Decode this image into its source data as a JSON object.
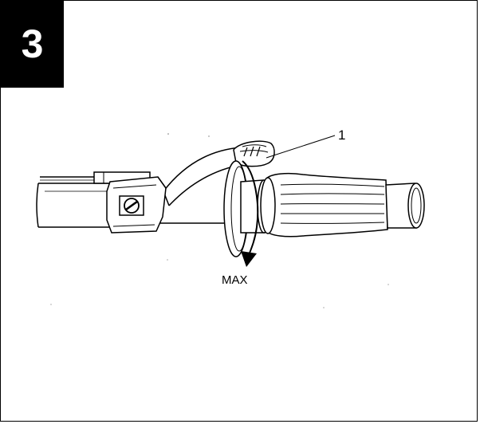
{
  "step": {
    "number": "3"
  },
  "diagram": {
    "callout_number": "1",
    "rotation_label": "MAX"
  }
}
